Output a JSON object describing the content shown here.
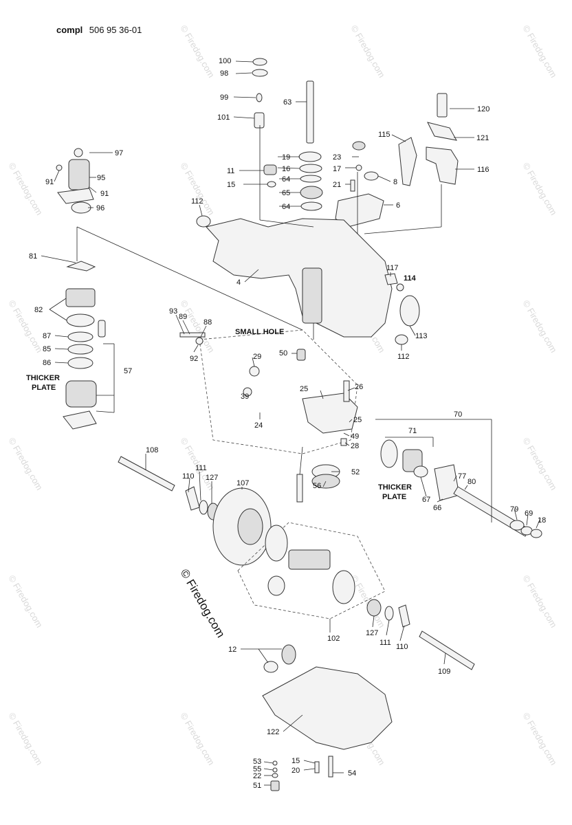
{
  "title": {
    "bold": "compl",
    "rest": "506 95 36-01"
  },
  "copyright": "© Firedog.com",
  "watermark": "© Firedog.com",
  "notes": {
    "small_hole": "SMALL HOLE",
    "thicker_plate_left_1": "THICKER",
    "thicker_plate_left_2": "PLATE",
    "thicker_plate_right_1": "THICKER",
    "thicker_plate_right_2": "PLATE"
  },
  "callouts": [
    "100",
    "98",
    "99",
    "101",
    "63",
    "120",
    "97",
    "115",
    "121",
    "91",
    "95",
    "19",
    "23",
    "11",
    "16",
    "17",
    "116",
    "91",
    "15",
    "64",
    "21",
    "8",
    "96",
    "65",
    "112",
    "64",
    "6",
    "81",
    "117",
    "114",
    "4",
    "82",
    "93",
    "89",
    "88",
    "87",
    "113",
    "85",
    "92",
    "112",
    "86",
    "29",
    "50",
    "57",
    "39",
    "26",
    "25",
    "25",
    "24",
    "70",
    "49",
    "71",
    "28",
    "108",
    "111",
    "52",
    "110",
    "127",
    "107",
    "77",
    "80",
    "56",
    "67",
    "66",
    "79",
    "69",
    "18",
    "102",
    "127",
    "111",
    "110",
    "12",
    "109",
    "122",
    "53",
    "15",
    "55",
    "20",
    "54",
    "22",
    "51"
  ],
  "colors": {
    "ink": "#111111",
    "watermark": "#d9d9d9",
    "fill": "#f3f3f3"
  }
}
